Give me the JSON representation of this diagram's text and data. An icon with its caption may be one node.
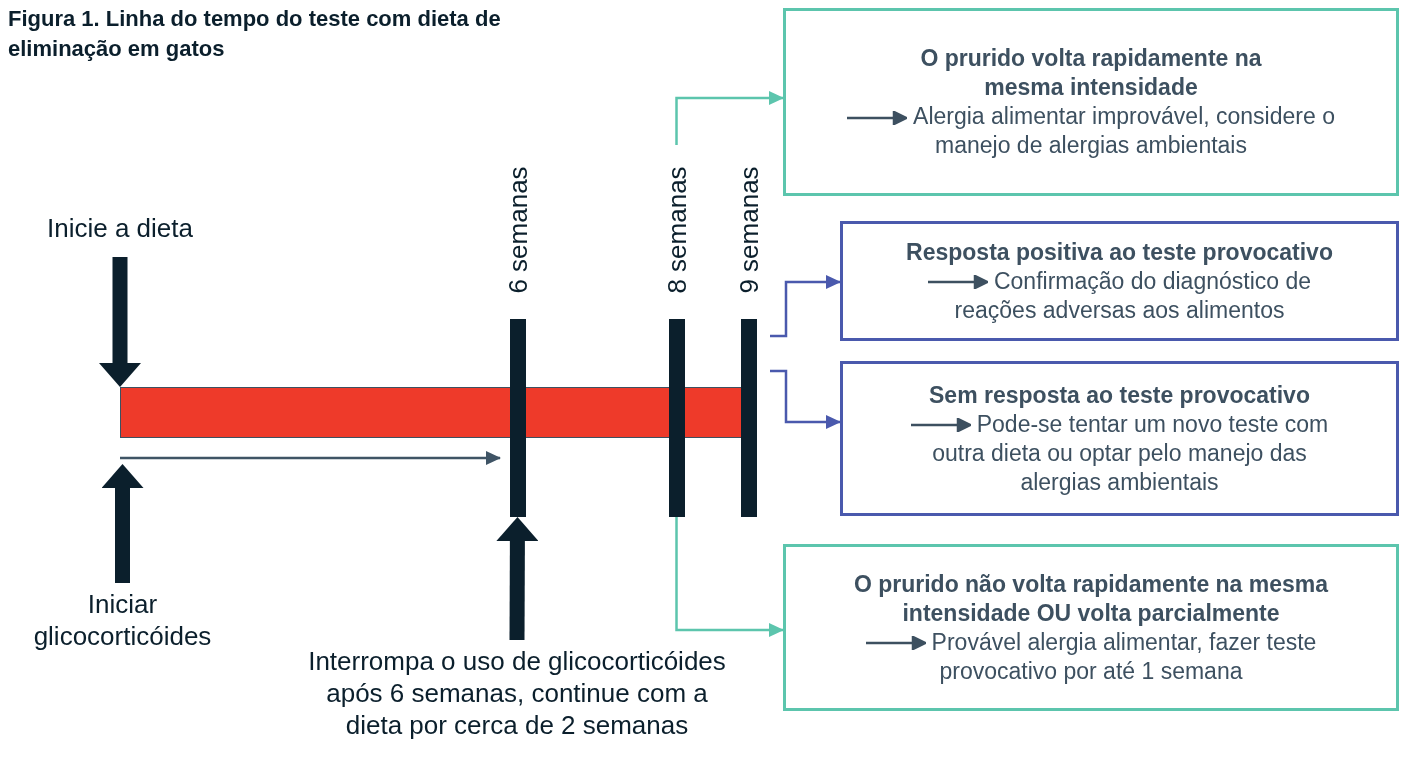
{
  "diagram": {
    "title": "Figura 1. Linha do tempo do teste com dieta de eliminação em gatos",
    "nodes": [
      {
        "text": [
          "Inicie a dieta"
        ]
      },
      {
        "text": [],
        "shape": "bar"
      },
      {
        "text": [
          "Iniciar glicocorticóides"
        ]
      },
      {
        "text": [
          "6 semanas"
        ]
      },
      {
        "text": [
          "8 semanas"
        ]
      },
      {
        "text": [
          "9 semanas"
        ]
      },
      {
        "text": [
          "Interrompa o uso de glicocorticóides após 6 semanas, continue com a dieta por cerca de 2 semanas"
        ]
      },
      {
        "text": [
          "O prurido volta rapidamente na mesma intensidade",
          "Alergia alimentar improvável, considere o manejo de alergias ambientais"
        ]
      },
      {
        "text": [
          "Resposta positiva ao teste provocativo",
          "Confirmação do diagnóstico de reações adversas aos alimentos"
        ]
      },
      {
        "text": [
          "Sem resposta ao teste provocativo",
          "Pode-se tentar um novo teste com outra dieta ou optar pelo manejo das alergias ambientais"
        ]
      },
      {
        "text": [
          "O prurido não volta rapidamente na mesma intensidade OU volta parcialmente",
          "Provável alergia alimentar, fazer teste provocativo por até 1 semana"
        ]
      }
    ],
    "edges": [
      {
        "from": 0,
        "to": 1,
        "arrow": "to",
        "style": "thick"
      },
      {
        "from": null,
        "to": 3,
        "arrow": "to",
        "color": "#3f5465"
      },
      {
        "from": 2,
        "to": 1,
        "arrow": "to",
        "style": "thick"
      },
      {
        "from": 6,
        "to": 3,
        "arrow": "to",
        "style": "thick"
      },
      {
        "from": 4,
        "to": 7,
        "arrow": "to",
        "color": "#5cc5ad"
      },
      {
        "from": 4,
        "to": 10,
        "arrow": "to",
        "color": "#5cc5ad"
      },
      {
        "from": 5,
        "to": 8,
        "arrow": "to",
        "color": "#4a59ad"
      },
      {
        "from": 5,
        "to": 9,
        "arrow": "to",
        "color": "#4a59ad"
      }
    ]
  }
}
